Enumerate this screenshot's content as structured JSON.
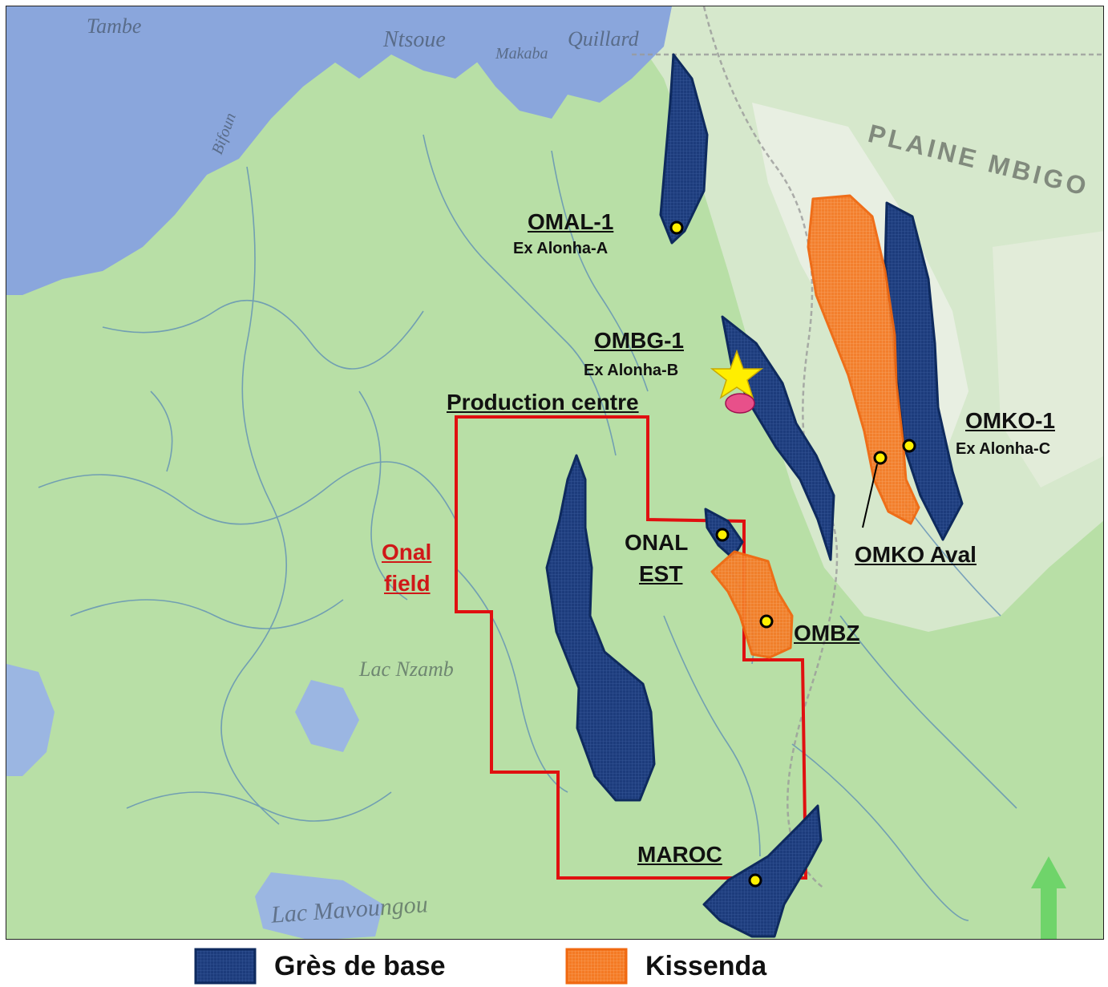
{
  "map": {
    "place_names": {
      "tambe": "Tambe",
      "ntsoue": "Ntsoue",
      "makaba": "Makaba",
      "quillard": "Quillard",
      "plaine_mbigo": "PLAINE MBIGO",
      "bifoun": "Bifoun",
      "lac_nzamb": "Lac Nzamb",
      "lac_mavoungou": "Lac Mavoungou"
    },
    "fields": {
      "omal": {
        "name": "OMAL-1",
        "sub": "Ex Alonha-A"
      },
      "ombg": {
        "name": "OMBG-1",
        "sub": "Ex Alonha-B"
      },
      "production_centre": "Production centre",
      "omko": {
        "name": "OMKO-1",
        "sub": "Ex Alonha-C"
      },
      "omko_aval": "OMKO Aval",
      "onal_field_line1": "Onal",
      "onal_field_line2": "field",
      "onal_est_line1": "ONAL",
      "onal_est_line2": "EST",
      "ombz": "OMBZ",
      "maroc": "MAROC"
    },
    "colors": {
      "gres_de_base": "#1c3a78",
      "kissenda": "#f57a22",
      "field_outline": "#e01010",
      "well_marker": "#fff000",
      "production_star": "#ffee00",
      "production_site": "#e8508a"
    }
  },
  "legend": {
    "gres_de_base": "Grès de base",
    "kissenda": "Kissenda"
  }
}
